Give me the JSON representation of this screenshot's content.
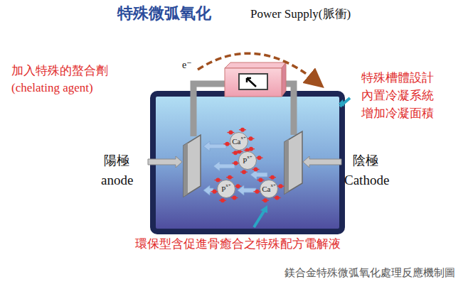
{
  "diagram": {
    "title": "特殊微弧氧化",
    "caption": "鎂合金特殊微弧氧化處理反應機制圖",
    "nodes": [
      {
        "text": [
          "Ca",
          "x+"
        ]
      },
      {
        "text": [
          "P",
          "x+"
        ]
      },
      {
        "text": [
          "P",
          "x+"
        ]
      },
      {
        "text": [
          "Ca",
          "x+"
        ]
      }
    ],
    "labels": [
      "Power Supply(脈衝)",
      "e⁻",
      "加入特殊的螯合劑",
      "(chelating agent)",
      "特殊槽體設計",
      "內置冷凝系統",
      "增加冷凝面積",
      "陽極",
      "anode",
      "陰極",
      "Cathode",
      "環保型含促進骨癒合之特殊配方電解液"
    ]
  }
}
